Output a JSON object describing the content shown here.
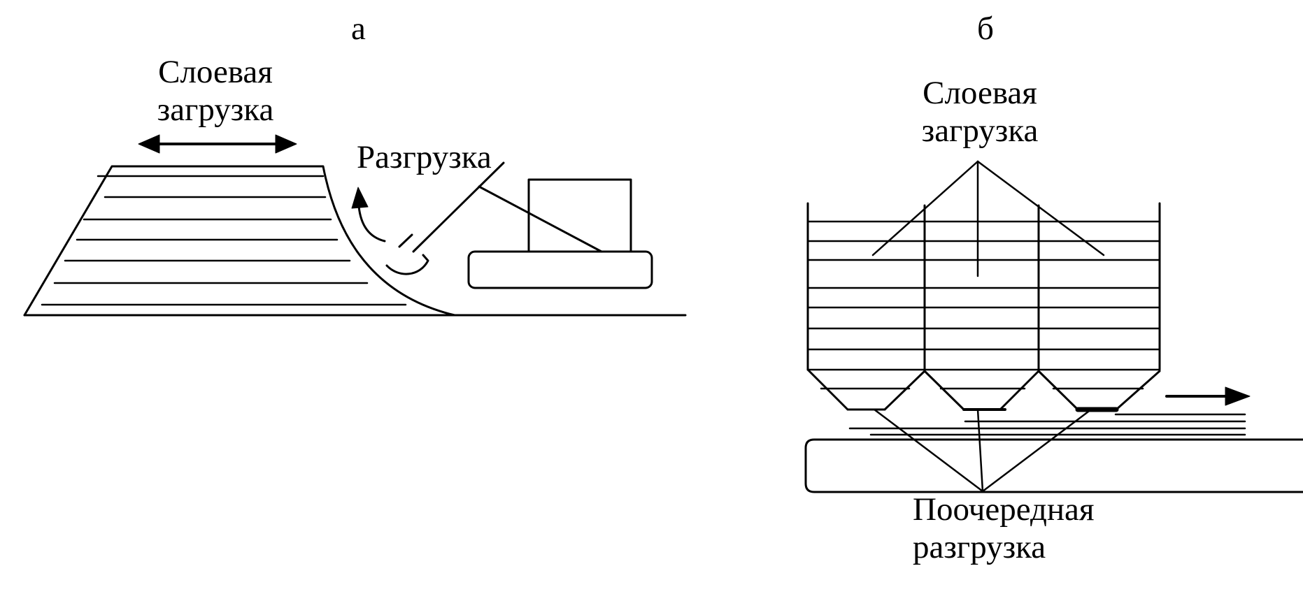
{
  "panel_a": {
    "letter": "а",
    "layer_loading": [
      "Слоевая",
      "загрузка"
    ],
    "unloading": "Разгрузка"
  },
  "panel_b": {
    "letter": "б",
    "layer_loading": [
      "Слоевая",
      "загрузка"
    ],
    "sequential_unloading": [
      "Поочередная",
      "разгрузка"
    ]
  },
  "colors": {
    "ink": "#000000",
    "background": "#ffffff"
  }
}
